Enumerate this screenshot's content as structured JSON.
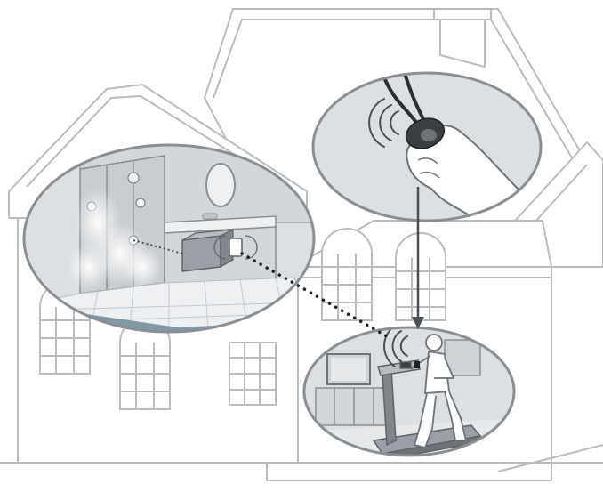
{
  "illustration": {
    "subject": "house-cutaway",
    "scenes": [
      {
        "id": "steam-shower-bathroom",
        "icon": "steam-generator-icon"
      },
      {
        "id": "hand-remote",
        "icon": "key-fob-remote-icon"
      },
      {
        "id": "treadmill-room",
        "icon": "treadmill-icon"
      }
    ],
    "links": [
      {
        "from": "treadmill-room",
        "to": "steam-shower-bathroom",
        "style": "dotted"
      },
      {
        "from": "hand-remote",
        "to": "treadmill-room",
        "style": "arrow"
      }
    ]
  },
  "colors": {
    "outline": "#b9bcc0",
    "outline_dark": "#6e7378",
    "house_fill": "#ffffff",
    "scene_fill": "#dde0e3",
    "scene_border": "#8a8f94",
    "floor_tile": "#eef0f2",
    "water_band": "#6f8a9a",
    "device": "#9aa0a6",
    "skin": "#ffffff",
    "arrow": "#4a4f55",
    "dots": "#1e2226"
  }
}
